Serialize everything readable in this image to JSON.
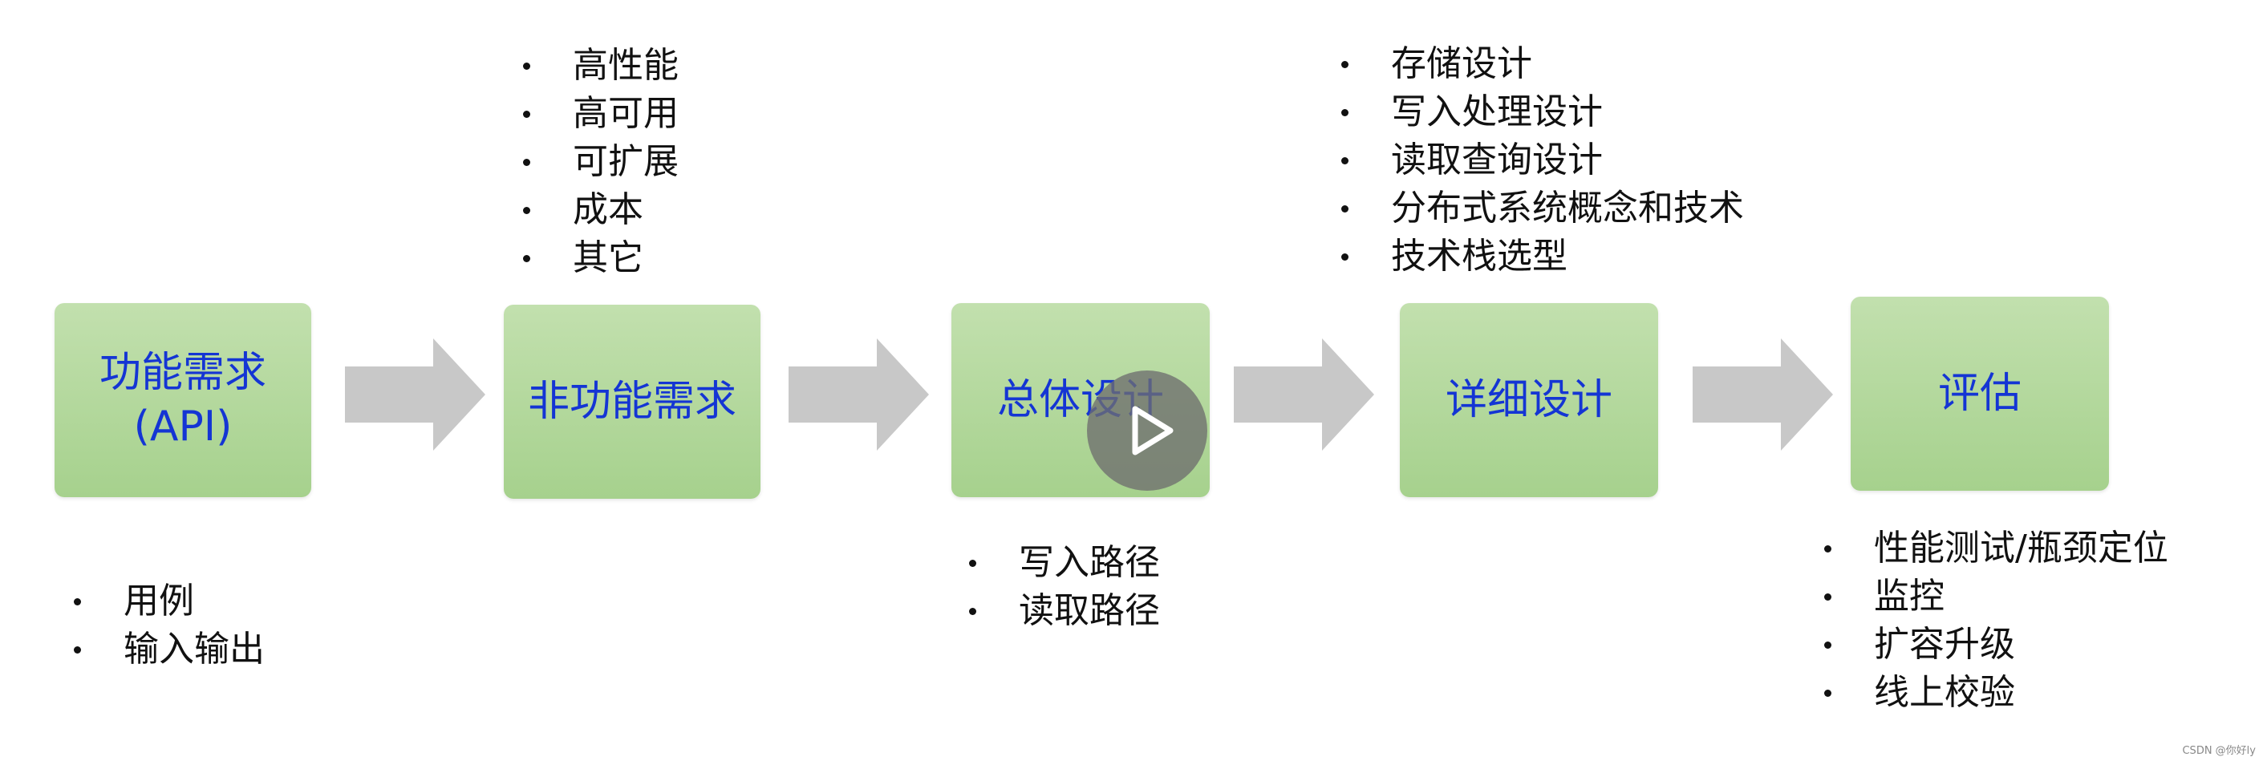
{
  "steps": [
    {
      "title": [
        "功能需求",
        "(API)"
      ],
      "notes": [
        "用例",
        "输入输出"
      ]
    },
    {
      "title": [
        "非功能需求"
      ],
      "notes": [
        "高性能",
        "高可用",
        "可扩展",
        "成本",
        "其它"
      ]
    },
    {
      "title": [
        "总体设计"
      ],
      "notes": [
        "写入路径",
        "读取路径"
      ]
    },
    {
      "title": [
        "详细设计"
      ],
      "notes": [
        "存储设计",
        "写入处理设计",
        "读取查询设计",
        "分布式系统概念和技术",
        "技术栈选型"
      ]
    },
    {
      "title": [
        "评估"
      ],
      "notes": [
        "性能测试/瓶颈定位",
        "监控",
        "扩容升级",
        "线上校验"
      ]
    }
  ],
  "colors": {
    "box_fill": "#b3d89c",
    "box_text": "#1435d4",
    "arrow": "#c8c8c8"
  },
  "video_overlay": {
    "icon": "play-icon"
  },
  "watermark": "CSDN @你好ly"
}
